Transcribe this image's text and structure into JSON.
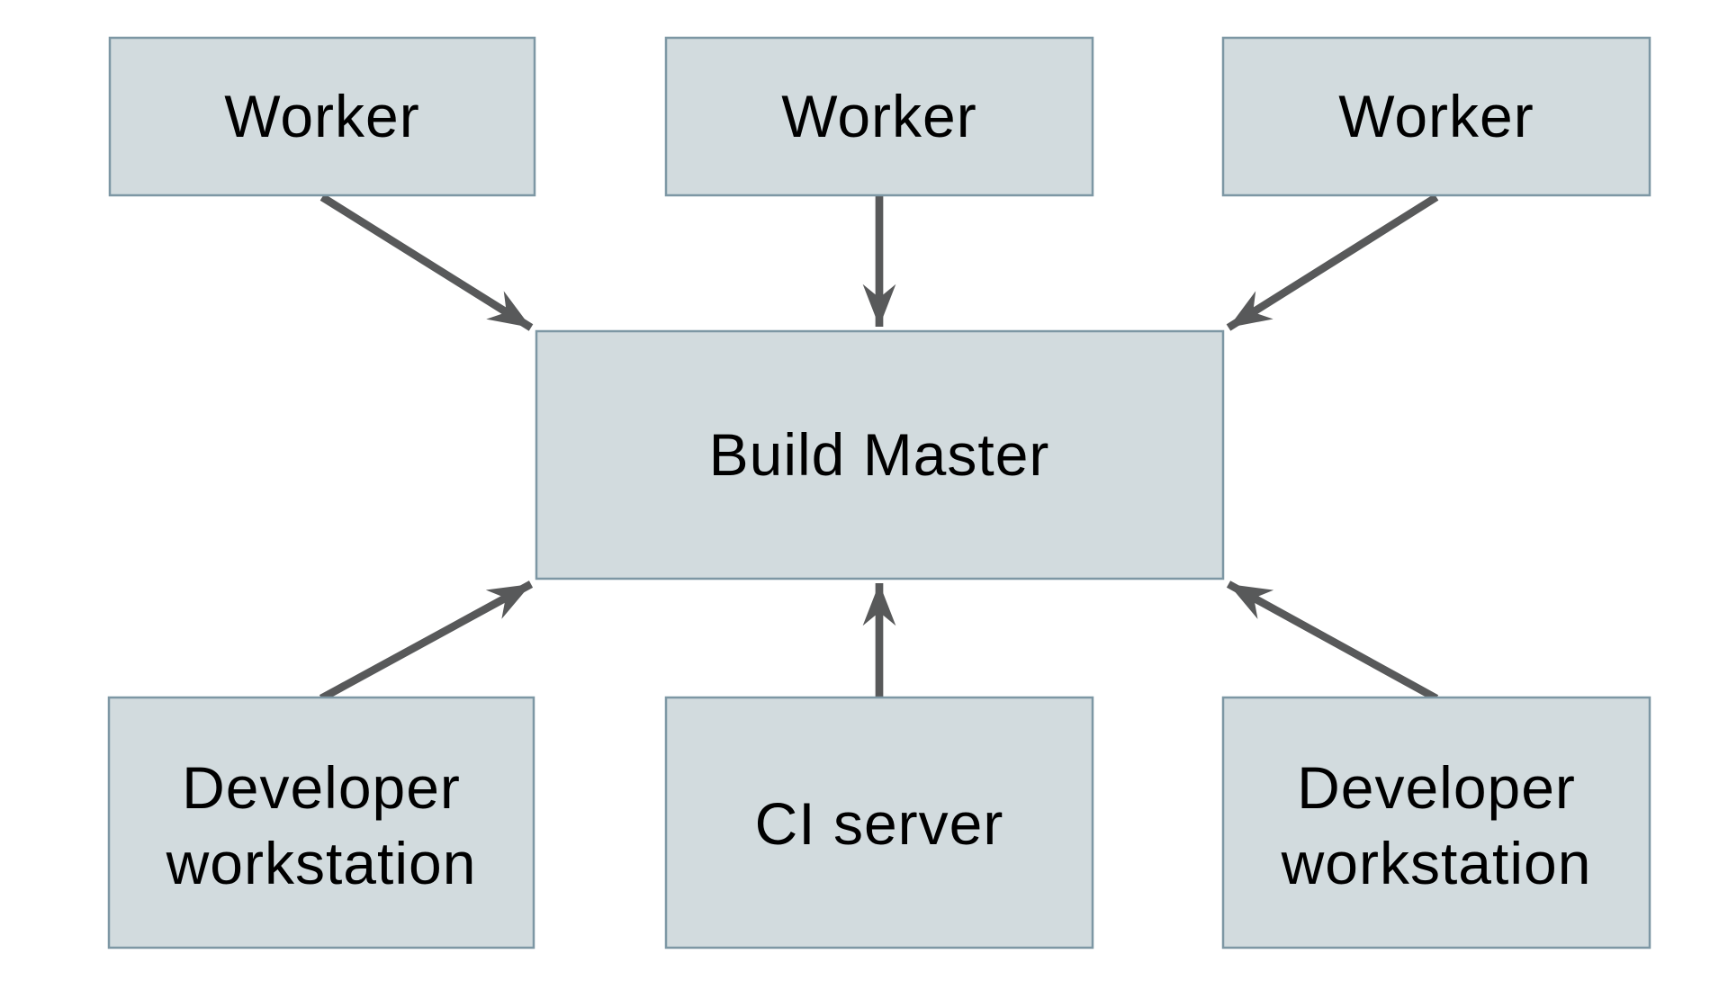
{
  "diagram": {
    "type": "architecture-diagram",
    "colors": {
      "background": "#ffffff",
      "node_fill": "#d2dbde",
      "node_border": "#7d97a4",
      "arrow": "#58595a",
      "label_text": "#000000"
    },
    "nodes": {
      "worker_top_left": {
        "label": "Worker"
      },
      "worker_top_center": {
        "label": "Worker"
      },
      "worker_top_right": {
        "label": "Worker"
      },
      "build_master": {
        "label": "Build Master"
      },
      "developer_workstation_left": {
        "line1": "Developer",
        "line2": "workstation"
      },
      "ci_server": {
        "label": "CI server"
      },
      "developer_workstation_right": {
        "line1": "Developer",
        "line2": "workstation"
      }
    },
    "edges": [
      {
        "from": "worker_top_left",
        "to": "build_master"
      },
      {
        "from": "worker_top_center",
        "to": "build_master"
      },
      {
        "from": "worker_top_right",
        "to": "build_master"
      },
      {
        "from": "developer_workstation_left",
        "to": "build_master"
      },
      {
        "from": "ci_server",
        "to": "build_master"
      },
      {
        "from": "developer_workstation_right",
        "to": "build_master"
      }
    ]
  }
}
